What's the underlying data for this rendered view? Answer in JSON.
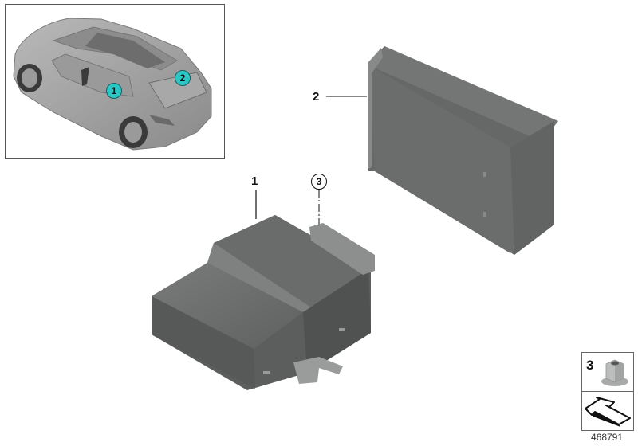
{
  "diagram": {
    "diagram_id": "468791",
    "inset": {
      "description": "vehicle overview, rear three-quarter top view",
      "badges": [
        {
          "label": "1",
          "color": "#2cc6c4"
        },
        {
          "label": "2",
          "color": "#2cc6c4"
        }
      ]
    },
    "callouts": [
      {
        "label": "1",
        "part": "control module (lower)",
        "style": "plain"
      },
      {
        "label": "2",
        "part": "control module (upper)",
        "style": "plain"
      },
      {
        "label": "3",
        "part": "nut",
        "style": "circled"
      }
    ],
    "legend": {
      "item_number": "3",
      "item_icon": "hex-flange-nut-icon",
      "arrow_icon": "installation-direction-arrow-icon"
    },
    "colors": {
      "part_gray": "#6b6c6c",
      "part_dark": "#555757",
      "part_light": "#8d8f8f",
      "badge_teal": "#2cc6c4",
      "line": "#111111"
    }
  }
}
